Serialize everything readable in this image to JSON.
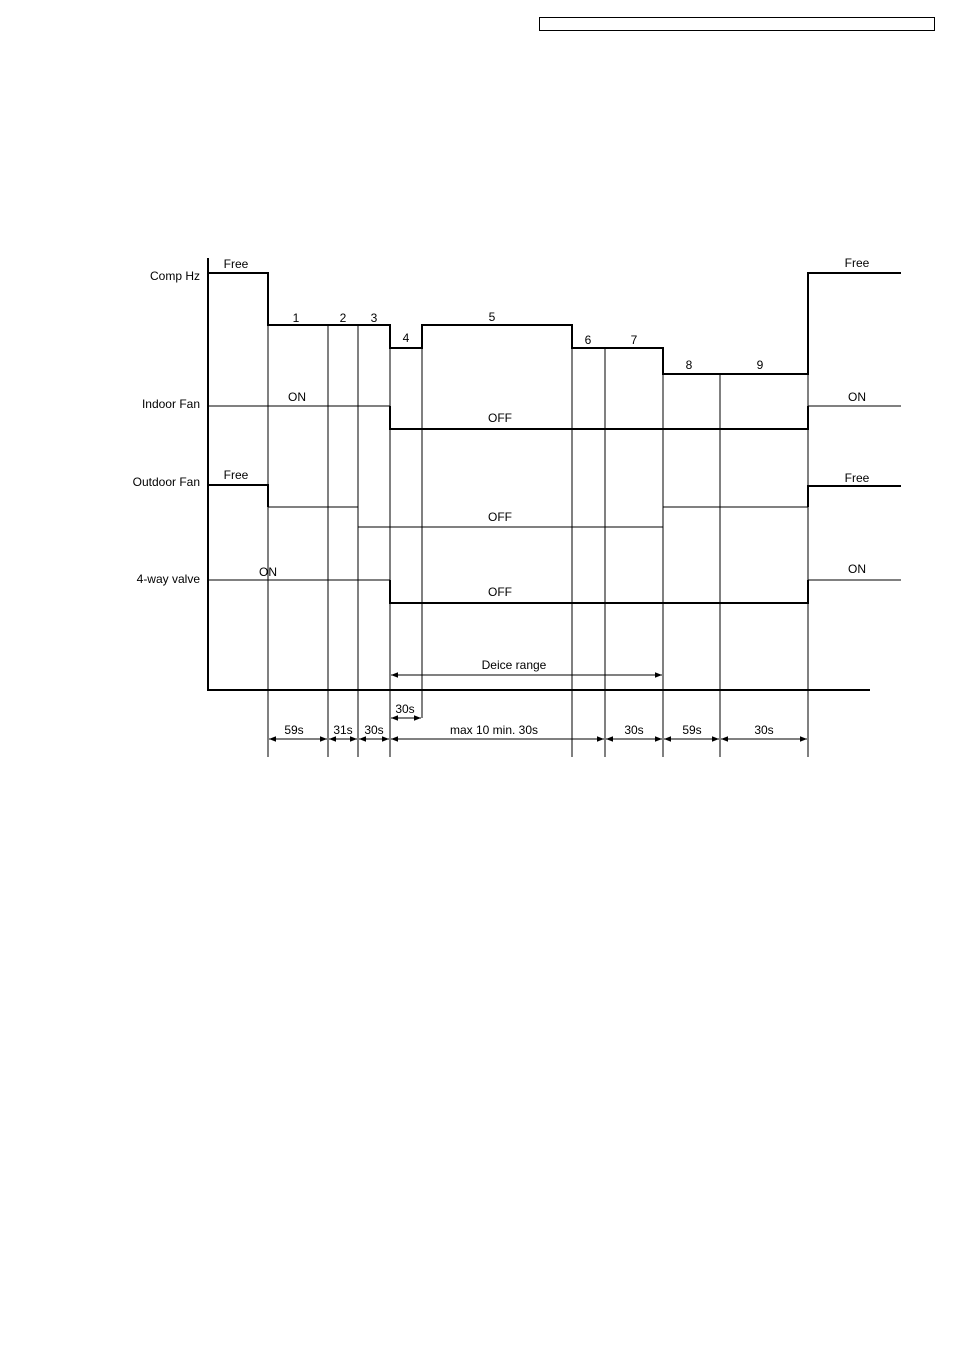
{
  "signals": {
    "comp_hz": "Comp Hz",
    "indoor_fan": "Indoor Fan",
    "outdoor_fan": "Outdoor Fan",
    "four_way_valve": "4-way valve"
  },
  "states": {
    "comp_free_left": "Free",
    "comp_free_right": "Free",
    "indoor_on_left": "ON",
    "indoor_off": "OFF",
    "indoor_on_right": "ON",
    "outdoor_free_left": "Free",
    "outdoor_off": "OFF",
    "outdoor_free_right": "Free",
    "valve_on_left": "ON",
    "valve_off": "OFF",
    "valve_on_right": "ON"
  },
  "steps": [
    "1",
    "2",
    "3",
    "4",
    "5",
    "6",
    "7",
    "8",
    "9"
  ],
  "deice_range": "Deice range",
  "durations": {
    "d1": "59s",
    "d2": "31s",
    "d3": "30s",
    "d4": "30s",
    "d5": "max 10 min. 30s",
    "d6": "30s",
    "d7": "59s",
    "d8": "30s"
  }
}
